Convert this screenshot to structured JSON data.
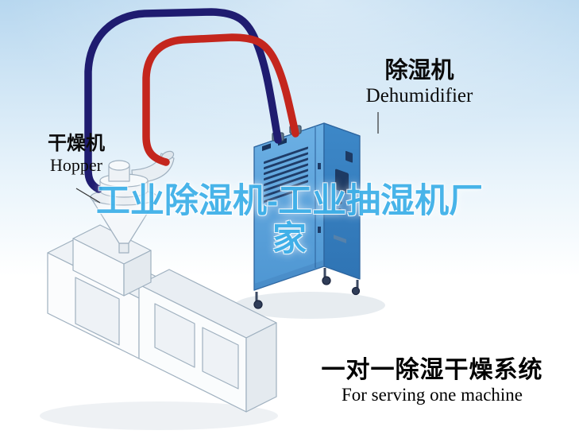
{
  "labels": {
    "hopper": {
      "zh": "干燥机",
      "en": "Hopper"
    },
    "dehumidifier": {
      "zh": "除湿机",
      "en": "Dehumidifier"
    }
  },
  "watermark": {
    "line1": "工业除湿机-工业抽湿机厂",
    "line2": "家"
  },
  "caption": {
    "title": "一对一除湿干燥系统",
    "subtitle": "For serving one machine"
  },
  "colors": {
    "background_top": "#b7d7ef",
    "watermark_text": "#40b1e9",
    "pipe_red": "#c4261d",
    "pipe_navy": "#1f1c70",
    "dehumidifier_front": "#5fa7de",
    "dehumidifier_side": "#3d88c8",
    "dehumidifier_top": "#a9d3f0",
    "line_art_stroke": "#9fb0bf",
    "label_text": "#0b0b0b"
  }
}
